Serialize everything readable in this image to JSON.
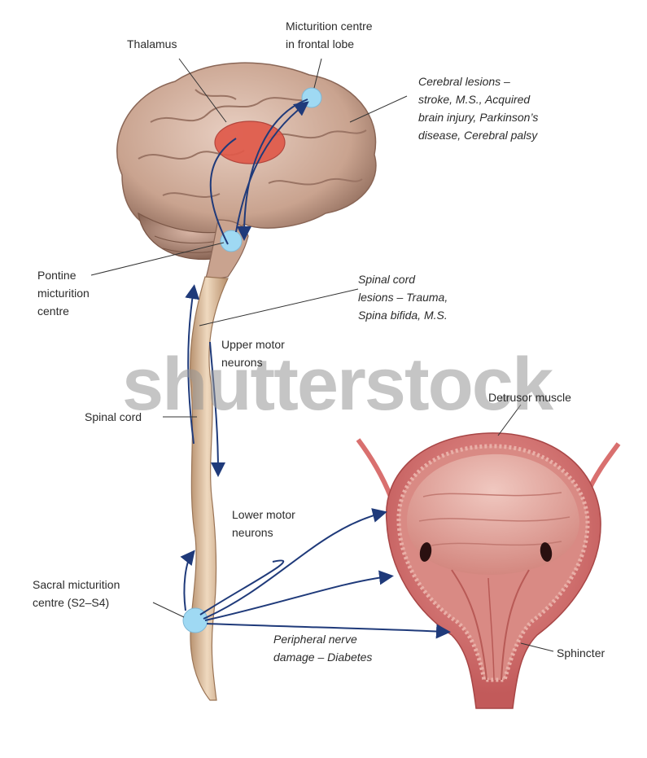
{
  "labels": {
    "thalamus": "Thalamus",
    "micturition_centre_frontal_1": "Micturition centre",
    "micturition_centre_frontal_2": "in frontal lobe",
    "cerebral_lesions_1": "Cerebral lesions –",
    "cerebral_lesions_2": "stroke, M.S., Acquired",
    "cerebral_lesions_3": "brain injury, Parkinson’s",
    "cerebral_lesions_4": "disease, Cerebral palsy",
    "pontine_1": "Pontine",
    "pontine_2": "micturition",
    "pontine_3": "centre",
    "spinal_lesions_1": "Spinal cord",
    "spinal_lesions_2": "lesions – Trauma,",
    "spinal_lesions_3": "Spina bifida, M.S.",
    "upper_motor_1": "Upper motor",
    "upper_motor_2": "neurons",
    "spinal_cord": "Spinal cord",
    "detrusor": "Detrusor muscle",
    "lower_motor_1": "Lower motor",
    "lower_motor_2": "neurons",
    "sacral_1": "Sacral micturition",
    "sacral_2": "centre (S2–S4)",
    "peripheral_1": "Peripheral nerve",
    "peripheral_2": "damage – Diabetes",
    "sphincter": "Sphincter"
  },
  "watermark": "shutterstock",
  "colors": {
    "nerve_arrow": "#1f3a7a",
    "brain": "#c9a38f",
    "thalamus": "#e05a4a",
    "centre_node": "#9fd9f3",
    "spinal_cord": "#d8b89a",
    "bladder": "#d9706f"
  }
}
